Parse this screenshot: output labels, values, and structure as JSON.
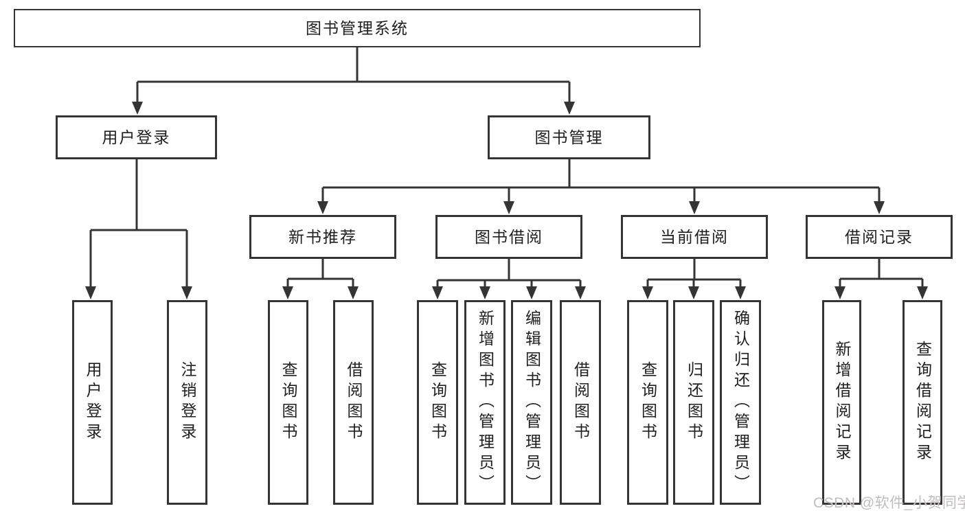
{
  "tree": {
    "label": "图书管理系统",
    "children": [
      {
        "label": "用户登录",
        "children": [
          {
            "label": "用户登录"
          },
          {
            "label": "注销登录"
          }
        ]
      },
      {
        "label": "图书管理",
        "children": [
          {
            "label": "新书推荐",
            "children": [
              {
                "label": "查询图书"
              },
              {
                "label": "借阅图书"
              }
            ]
          },
          {
            "label": "图书借阅",
            "children": [
              {
                "label": "查询图书"
              },
              {
                "label": "新增图书（管理员）"
              },
              {
                "label": "编辑图书（管理员）"
              },
              {
                "label": "借阅图书"
              }
            ]
          },
          {
            "label": "当前借阅",
            "children": [
              {
                "label": "查询图书"
              },
              {
                "label": "归还图书"
              },
              {
                "label": "确认归还（管理员）"
              }
            ]
          },
          {
            "label": "借阅记录",
            "children": [
              {
                "label": "新增借阅记录"
              },
              {
                "label": "查询借阅记录"
              }
            ]
          }
        ]
      }
    ]
  },
  "watermark": "CSDN @软件_小贺同学",
  "colors": {
    "line": "#343434",
    "box_border": "#343434",
    "box_bg": "#ffffff",
    "text": "#1f1f1f",
    "watermark": "#c2bdbd",
    "background": "#ffffff"
  }
}
